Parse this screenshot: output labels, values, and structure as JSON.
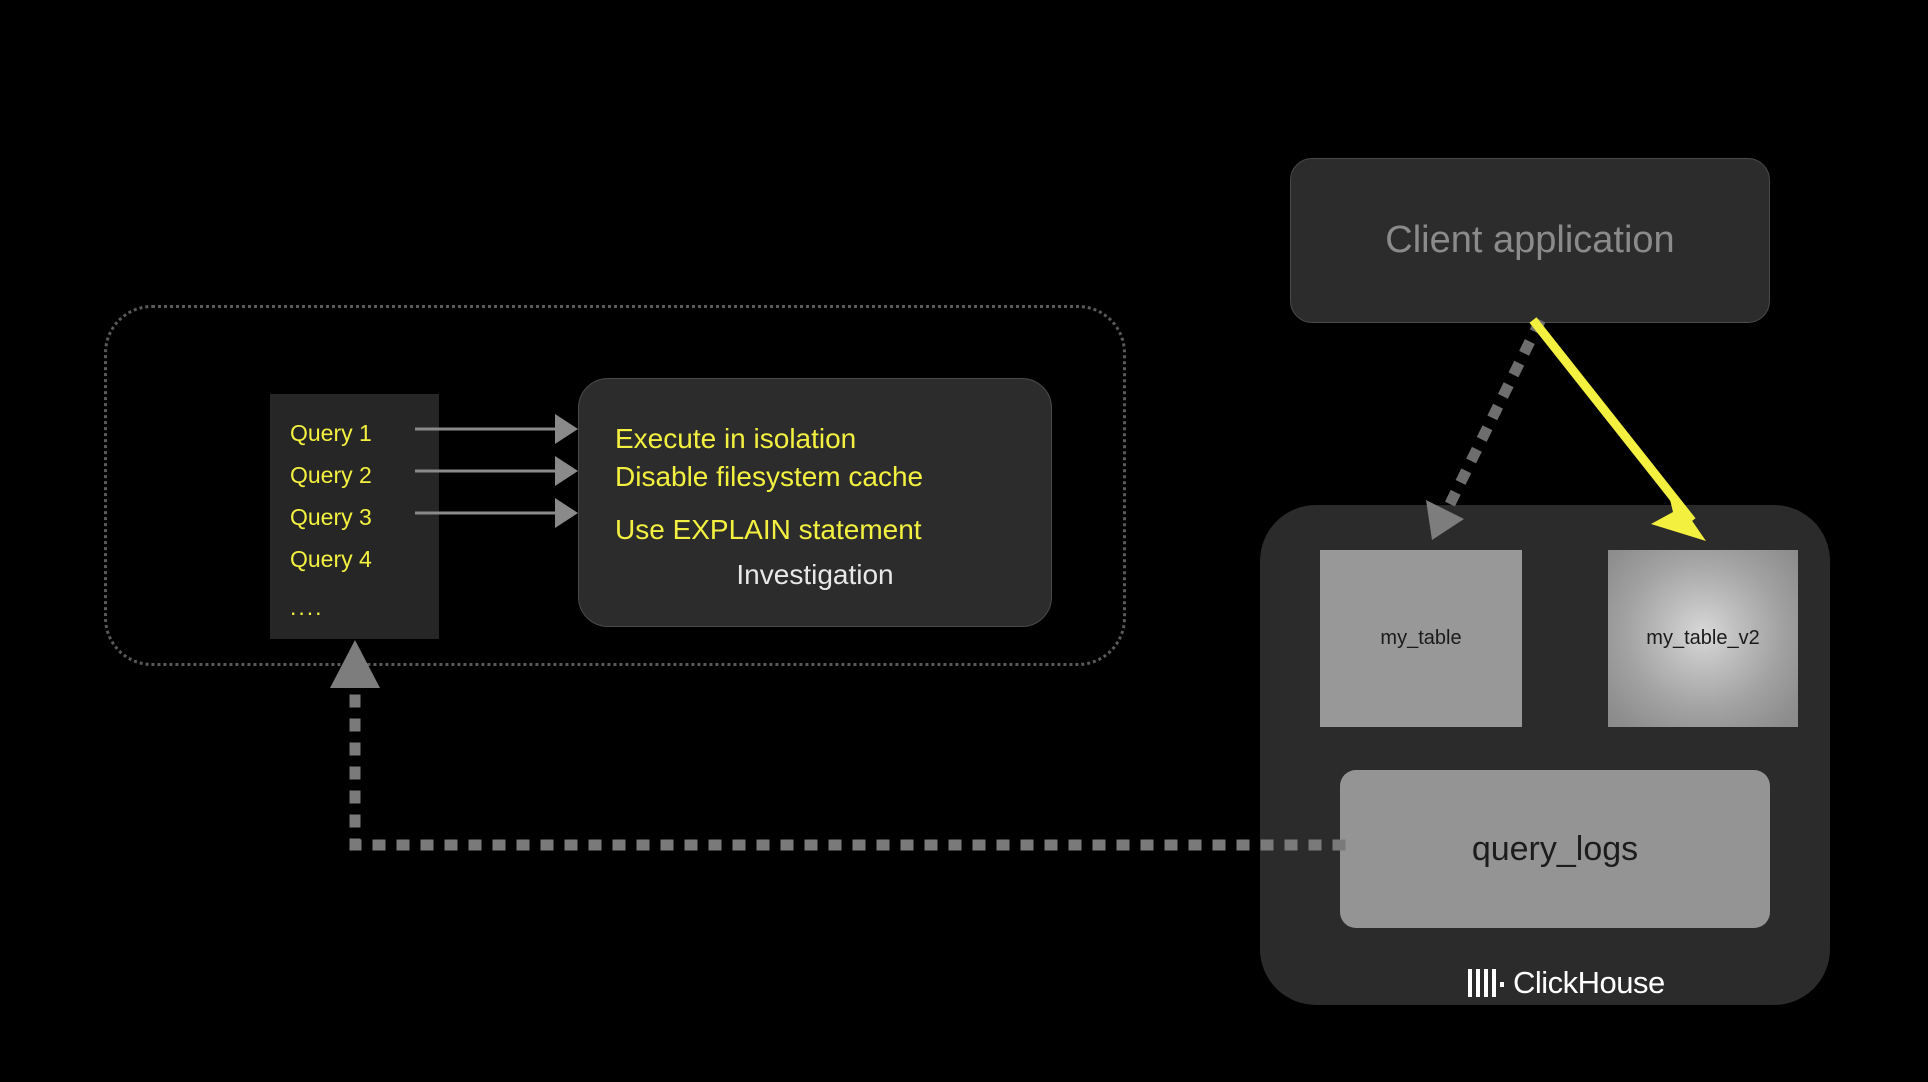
{
  "diagram": {
    "background_color": "#000000",
    "accent_yellow": "#f3f03f",
    "gray_accent": "#8b8b8b"
  },
  "investigation_region": {
    "name": "investigation-region",
    "border_style": "dotted",
    "border_color": "#5a5a5a"
  },
  "query_list": {
    "items": [
      {
        "label": "Query 1"
      },
      {
        "label": "Query 2"
      },
      {
        "label": "Query 3"
      },
      {
        "label": "Query 4"
      }
    ],
    "ellipsis": "....",
    "text_color": "#f3f03f",
    "box_color": "#262626"
  },
  "investigation_panel": {
    "lines": [
      "Execute in isolation",
      "Disable filesystem cache",
      "Use EXPLAIN statement"
    ],
    "title": "Investigation",
    "title_color": "#e8e8e8",
    "line_color": "#f3f03f",
    "box_color": "#2c2c2c"
  },
  "client_application": {
    "label": "Client application",
    "text_color": "#8b8b8b",
    "box_color": "#2c2c2c"
  },
  "clickhouse": {
    "container_color": "#2b2b2b",
    "tables": [
      {
        "label": "my_table",
        "fill": "#989898",
        "highlight": false
      },
      {
        "label": "my_table_v2",
        "fill": "#b5b5b5",
        "highlight": true
      }
    ],
    "query_logs": {
      "label": "query_logs",
      "fill": "#949494",
      "text_color": "#1c1c1c"
    },
    "logo": {
      "text": "ClickHouse",
      "mark": "clickhouse-bars-icon",
      "color": "#ffffff"
    }
  },
  "arrows": [
    {
      "name": "query-1-to-investigation",
      "style": "solid",
      "color": "#8a8a8a",
      "from": "Query 1",
      "to": "Investigation"
    },
    {
      "name": "query-2-to-investigation",
      "style": "solid",
      "color": "#8a8a8a",
      "from": "Query 2",
      "to": "Investigation"
    },
    {
      "name": "query-3-to-investigation",
      "style": "solid",
      "color": "#8a8a8a",
      "from": "Query 3",
      "to": "Investigation"
    },
    {
      "name": "client-to-my-table",
      "style": "dotted",
      "color": "#6e6e6e",
      "from": "Client application",
      "to": "my_table"
    },
    {
      "name": "client-to-my-table-v2",
      "style": "solid",
      "color": "#f3f03f",
      "from": "Client application",
      "to": "my_table_v2"
    },
    {
      "name": "query-logs-to-query-list",
      "style": "dotted",
      "color": "#7a7a7a",
      "from": "query_logs",
      "to": "Query list"
    }
  ]
}
